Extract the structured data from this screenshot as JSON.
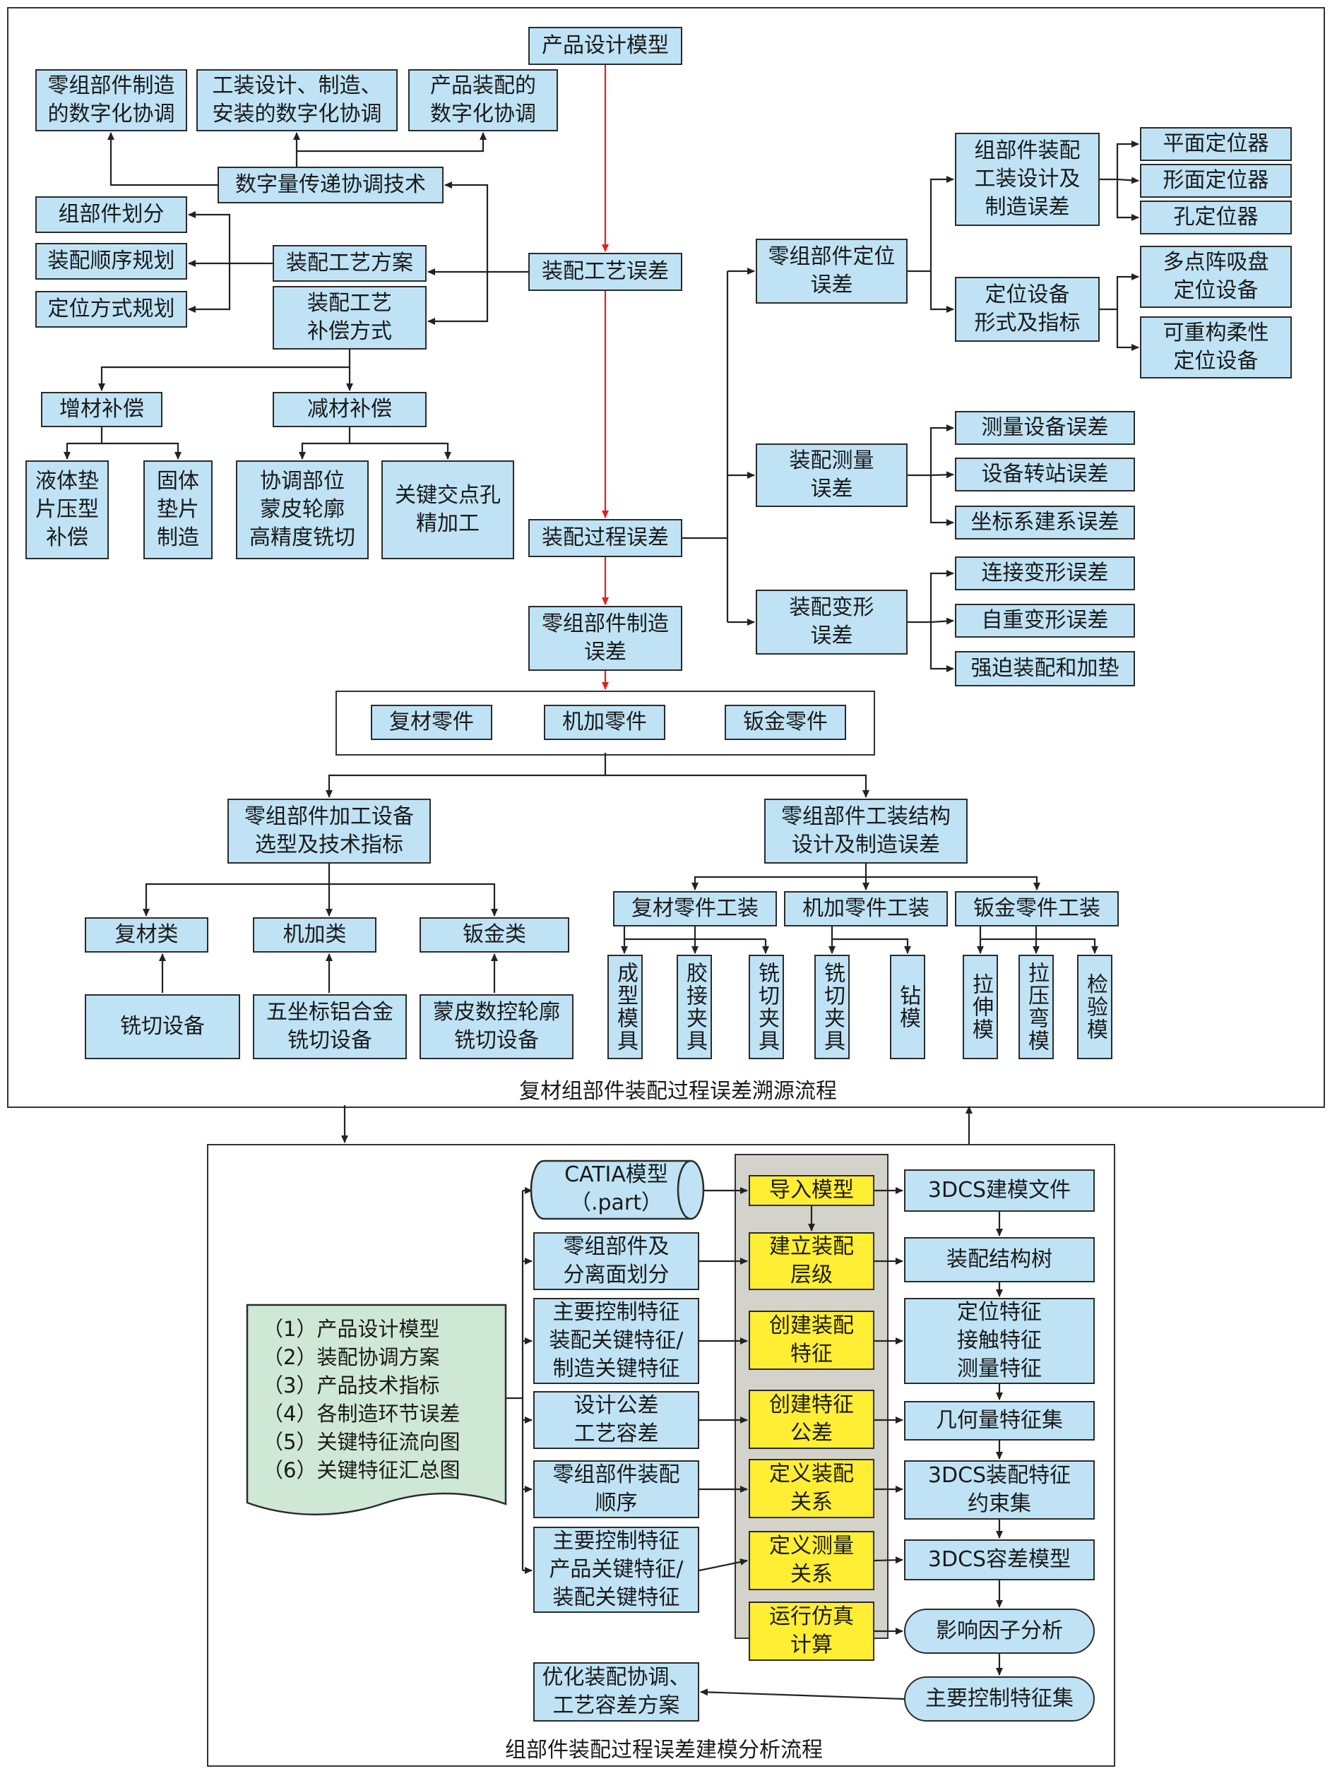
{
  "top": {
    "caption": "复材组部件装配过程误差溯源流程",
    "product_model": "产品设计模型",
    "coord_part": "零组部件制造\n的数字化协调",
    "coord_tooling": "工装设计、制造、\n安装的数字化协调",
    "coord_assembly": "产品装配的\n数字化协调",
    "digital_transfer": "数字量传递协调技术",
    "comp_div": "组部件划分",
    "seq_plan": "装配顺序规划",
    "pos_plan": "定位方式规划",
    "process_plan": "装配工艺方案",
    "process_comp": "装配工艺\n补偿方式",
    "assembly_process_error": "装配工艺误差",
    "additive": "增材补偿",
    "subtractive": "减材补偿",
    "liquid_shim": "液体垫\n片压型\n补偿",
    "solid_shim": "固体\n垫片\n制造",
    "skin_mill": "协调部位\n蒙皮轮廓\n高精度铣切",
    "hole_finish": "关键交点孔\n精加工",
    "assembly_procedure_error": "装配过程误差",
    "part_mfg_error": "零组部件制造\n误差",
    "composite_part": "复材零件",
    "machined_part": "机加零件",
    "sheet_part": "钣金零件",
    "machining_equip": "零组部件加工设备\n选型及技术指标",
    "tooling_struct": "零组部件工装结构\n设计及制造误差",
    "cat_composite": "复材类",
    "cat_machined": "机加类",
    "cat_sheet": "钣金类",
    "mill_equip": "铣切设备",
    "five_axis": "五坐标铝合金\n铣切设备",
    "skin_nc": "蒙皮数控轮廓\n铣切设备",
    "tool_composite": "复材零件工装",
    "tool_machined": "机加零件工装",
    "tool_sheet": "钣金零件工装",
    "v_forming": "成型模具",
    "v_glue": "胶接夹具",
    "v_mill1": "铣切夹具",
    "v_mill2": "铣切夹具",
    "v_drill": "钻模",
    "v_stretch": "拉伸模",
    "v_press": "拉压弯模",
    "v_inspect": "检验模",
    "part_pos_error": "零组部件定位\n误差",
    "fixture_error": "组部件装配\n工装设计及\n制造误差",
    "pos_equip": "定位设备\n形式及指标",
    "plane_loc": "平面定位器",
    "shape_loc": "形面定位器",
    "hole_loc": "孔定位器",
    "suction": "多点阵吸盘\n定位设备",
    "flex_equip": "可重构柔性\n定位设备",
    "measure_error": "装配测量\n误差",
    "meas_equip_err": "测量设备误差",
    "station_err": "设备转站误差",
    "coord_err": "坐标系建系误差",
    "deform_error": "装配变形\n误差",
    "joint_def": "连接变形误差",
    "gravity_def": "自重变形误差",
    "forced_asm": "强迫装配和加垫"
  },
  "bottom": {
    "caption": "组部件装配过程误差建模分析流程",
    "inputs": "（1）产品设计模型\n（2）装配协调方案\n（3）产品技术指标\n（4）各制造环节误差\n（5）关键特征流向图\n（6）关键特征汇总图",
    "catia": "CATIA模型\n（.part）",
    "in2": "零组部件及\n分离面划分",
    "in3": "主要控制特征\n装配关键特征/\n制造关键特征",
    "in4": "设计公差\n工艺容差",
    "in5": "零组部件装配\n顺序",
    "in6": "主要控制特征\n产品关键特征/\n装配关键特征",
    "optimize": "优化装配协调、\n工艺容差方案",
    "s_import": "导入模型",
    "s_hier": "建立装配\n层级",
    "s_feat": "创建装配\n特征",
    "s_tol": "创建特征\n公差",
    "s_rel": "定义装配\n关系",
    "s_meas": "定义测量\n关系",
    "s_run": "运行仿真\n计算",
    "o_file": "3DCS建模文件",
    "o_tree": "装配结构树",
    "o_feat": "定位特征\n接触特征\n测量特征",
    "o_geo": "几何量特征集",
    "o_cons": "3DCS装配特征\n约束集",
    "o_tolm": "3DCS容差模型",
    "o_factor": "影响因子分析",
    "o_main": "主要控制特征集"
  },
  "colors": {
    "box_fill": "#bfe3f5",
    "highlight": "#ffee33",
    "input_doc": "#cfe8d6",
    "panel": "#d3d3cc",
    "red_arrow": "#e02020"
  }
}
